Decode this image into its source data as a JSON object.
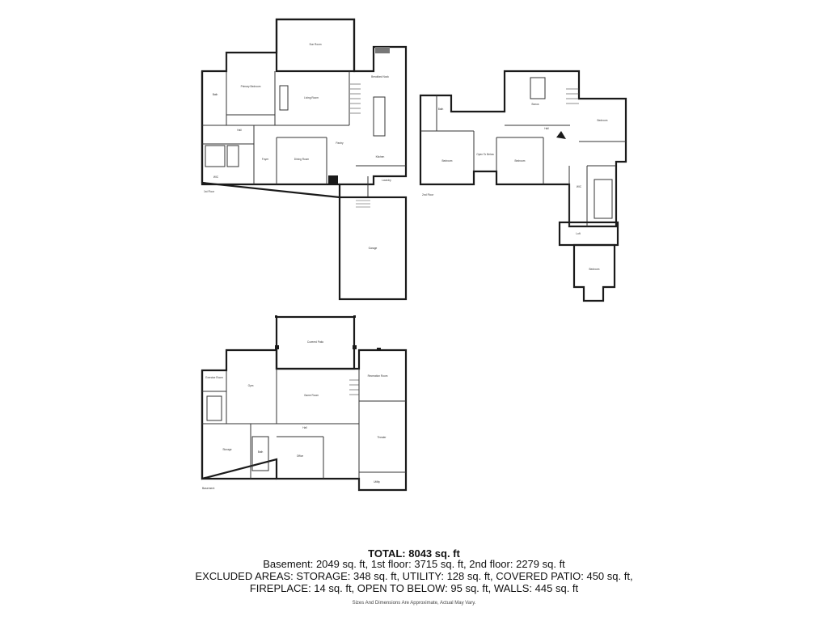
{
  "floors": {
    "first": {
      "label": "1st Floor",
      "rooms": {
        "sunroom": "Sun Room",
        "primary_bedroom": "Primary Bedroom",
        "living_room": "Living Room",
        "breakfast_nook": "Breakfast Nook",
        "kitchen": "Kitchen",
        "hall": "Hall",
        "dining_room": "Dining Room",
        "foyer": "Foyer",
        "bath": "Bath",
        "wic": "WIC",
        "laundry": "Laundry",
        "garage": "Garage",
        "pantry": "Pantry"
      }
    },
    "second": {
      "label": "2nd Floor",
      "rooms": {
        "bonus": "Bonus",
        "bedroom_a": "Bedroom",
        "bedroom_b": "Bedroom",
        "bedroom_c": "Bedroom",
        "bedroom_d": "Bedroom",
        "open_to_below": "Open To Below",
        "hall": "Hall",
        "loft": "Loft",
        "bath": "Bath",
        "wic": "WIC"
      }
    },
    "basement": {
      "label": "Basement",
      "rooms": {
        "covered_patio": "Covered Patio",
        "game_room": "Game Room",
        "gym": "Gym",
        "exercise_room": "Exercise Room",
        "recreation_room": "Recreation Room",
        "theater": "Theater",
        "storage": "Storage",
        "bath": "Bath",
        "hall": "Hall",
        "office": "Office",
        "utility": "Utility"
      }
    }
  },
  "summary": {
    "total": "TOTAL: 8043 sq. ft",
    "line1": "Basement: 2049 sq. ft, 1st floor: 3715 sq. ft, 2nd floor: 2279 sq. ft",
    "line2": "EXCLUDED AREAS: STORAGE: 348 sq. ft, UTILITY: 128 sq. ft, COVERED PATIO: 450 sq. ft,",
    "line3": "FIREPLACE: 14 sq. ft, OPEN TO BELOW: 95 sq. ft, WALLS: 445 sq. ft",
    "disclaimer": "Sizes And Dimensions Are Approximate, Actual May Vary."
  }
}
